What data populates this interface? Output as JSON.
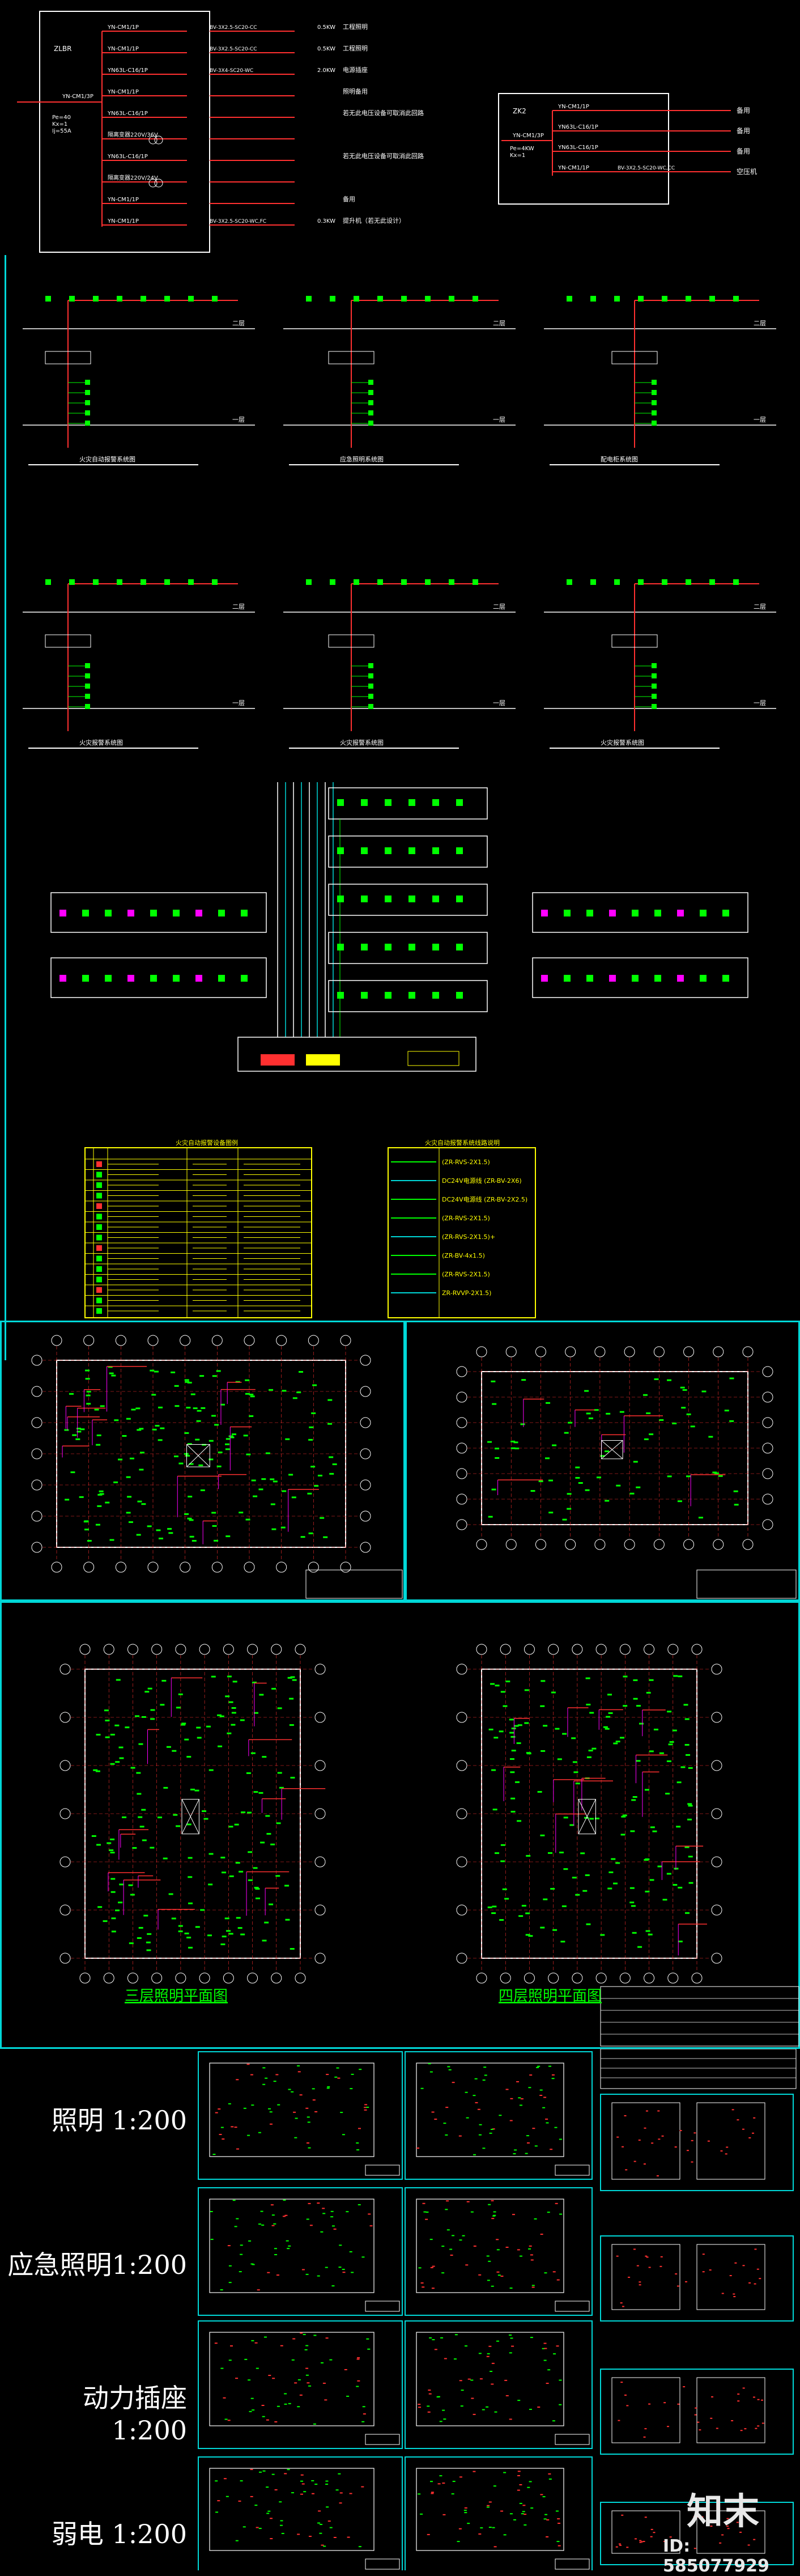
{
  "colors": {
    "background": "#000000",
    "cad_cyan": "#00d8d8",
    "cad_green": "#00ff00",
    "cad_red": "#ff3030",
    "cad_yellow": "#ffff00",
    "cad_white": "#ffffff",
    "cad_magenta": "#ff00ff"
  },
  "panel_a": {
    "cabinet_code": "ZLBR",
    "cabinet_sub1": "Pe=40",
    "cabinet_sub2": "Kx=1",
    "cabinet_sub3": "Ij=55A",
    "main_breaker": "YN-CM1/3P",
    "circuits": [
      {
        "breaker": "YN-CM1/1P",
        "cable": "BV-3X2.5-SC20-CC",
        "power": "0.5KW",
        "use": "工程照明"
      },
      {
        "breaker": "YN-CM1/1P",
        "cable": "BV-3X2.5-SC20-CC",
        "power": "0.5KW",
        "use": "工程照明"
      },
      {
        "breaker": "YN63L-C16/1P",
        "cable": "BV-3X4-SC20-WC",
        "power": "2.0KW",
        "use": "电源插座"
      },
      {
        "breaker": "YN-CM1/1P",
        "cable": "",
        "power": "",
        "use": "照明备用"
      },
      {
        "breaker": "YN63L-C16/1P",
        "cable": "",
        "power": "",
        "use": "若无此电压设备可取消此回路"
      },
      {
        "breaker": "隔离变器220V/36V",
        "cable": "",
        "power": "",
        "use": ""
      },
      {
        "breaker": "YN63L-C16/1P",
        "cable": "",
        "power": "",
        "use": "若无此电压设备可取消此回路"
      },
      {
        "breaker": "隔离变器220V/24V",
        "cable": "",
        "power": "",
        "use": ""
      },
      {
        "breaker": "YN-CM1/1P",
        "cable": "",
        "power": "",
        "use": "备用"
      },
      {
        "breaker": "YN-CM1/1P",
        "cable": "BV-3X2.5-SC20-WC,FC",
        "power": "0.3KW",
        "use": "提升机（若无此设计）"
      }
    ]
  },
  "panel_b": {
    "cabinet_code": "ZK2",
    "cabinet_sub1": "Pe=4KW",
    "cabinet_sub2": "Kx=1",
    "main_breaker": "YN-CM1/3P",
    "circuits": [
      {
        "breaker": "YN-CM1/1P",
        "cable": "",
        "use": "备用"
      },
      {
        "breaker": "YN63L-C16/1P",
        "cable": "",
        "use": "备用"
      },
      {
        "breaker": "YN63L-C16/1P",
        "cable": "",
        "use": "备用"
      },
      {
        "breaker": "YN-CM1/1P",
        "cable": "BV-3X2.5-SC20-WC,CC",
        "use": "空压机"
      }
    ]
  },
  "riser_diagrams": {
    "floor_labels": [
      "二层",
      "一层"
    ],
    "captions": [
      "火灾自动报警系统图",
      "应急照明系统图",
      "配电柜系统图",
      "火灾报警系统图",
      "火灾报警系统图",
      "火灾报警系统图"
    ]
  },
  "legend_tables": {
    "left_title": "火灾自动报警设备图例",
    "right_title": "火灾自动报警系统线路说明",
    "right_rows": [
      "(ZR-RVS-2X1.5)",
      "DC24V电源线 (ZR-BV-2X6)",
      "DC24V电源线 (ZR-BV-2X2.5)",
      "(ZR-RVS-2X1.5)",
      "(ZR-RVS-2X1.5)+",
      "(ZR-BV-4x1.5)",
      "(ZR-RVS-2X1.5)",
      "ZR-RVVP-2X1.5)"
    ]
  },
  "plans": {
    "third_floor_title": "三层照明平面图",
    "fourth_floor_title": "四层照明平面图"
  },
  "thumbnail_rows": [
    {
      "label": "照明 1:200"
    },
    {
      "label": "应急照明1:200"
    },
    {
      "label": "动力插座 1:200"
    },
    {
      "label": "弱电 1:200"
    }
  ],
  "watermark": {
    "logo_text": "知末",
    "id_text": "ID: 585077929"
  }
}
